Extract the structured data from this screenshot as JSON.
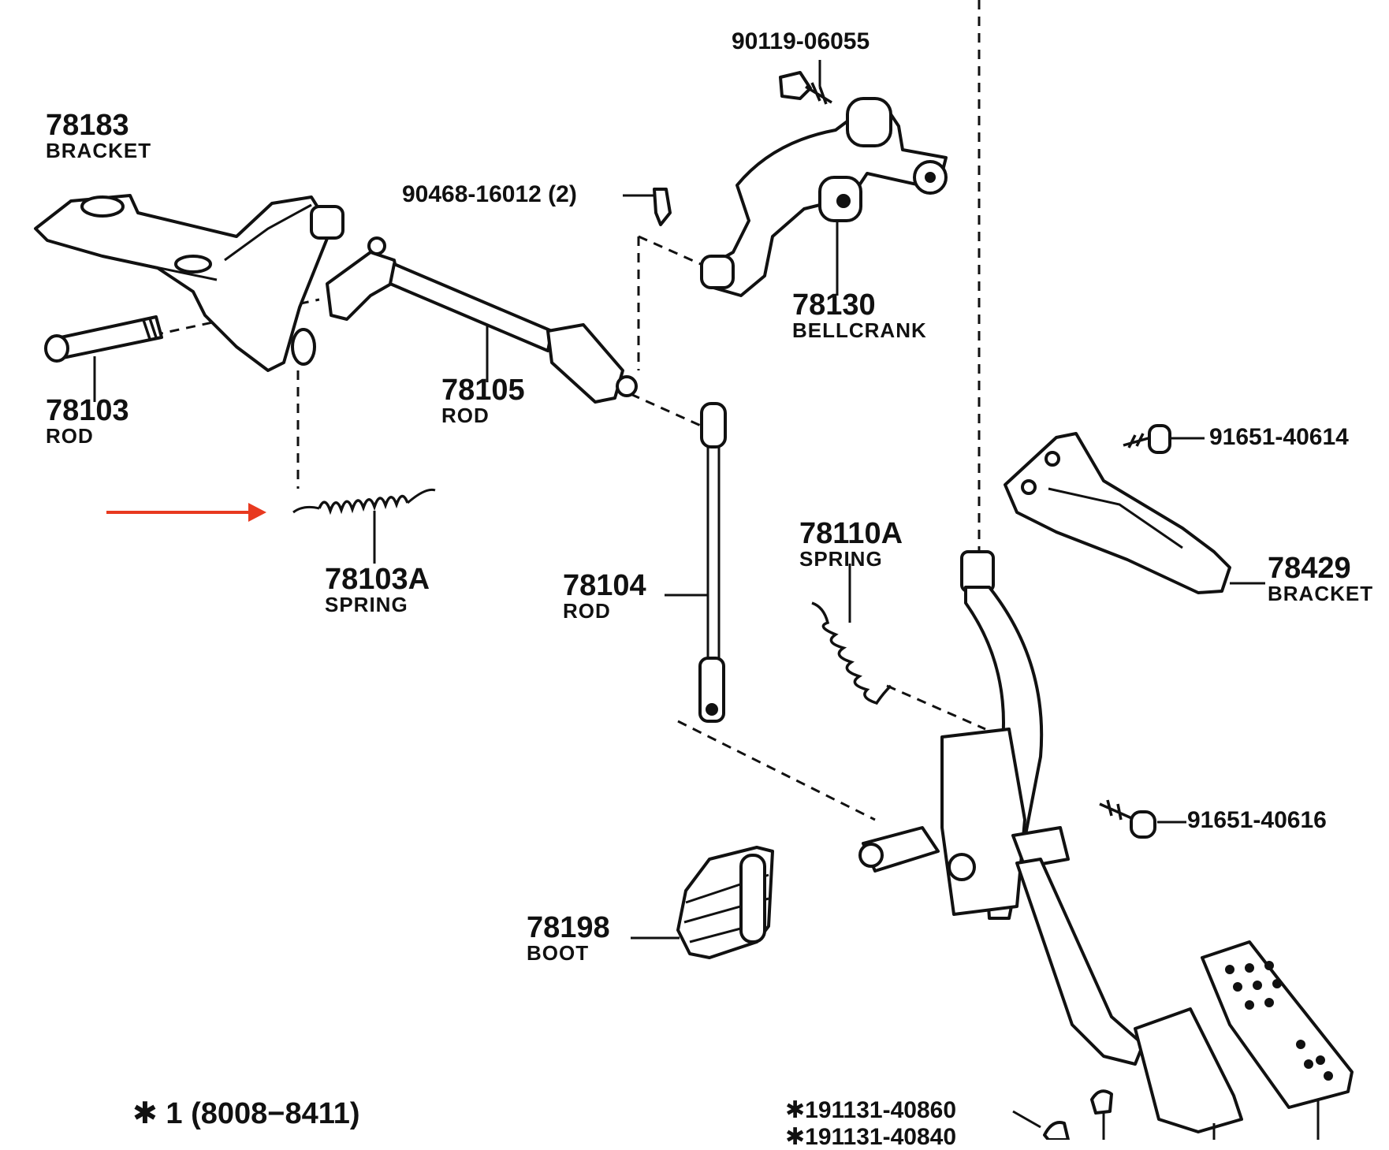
{
  "diagram": {
    "parts": [
      {
        "id": "p78183",
        "number": "78183",
        "name": "BRACKET"
      },
      {
        "id": "p78103",
        "number": "78103",
        "name": "ROD"
      },
      {
        "id": "p78103A",
        "number": "78103A",
        "name": "SPRING"
      },
      {
        "id": "p90468",
        "number": "90468-16012 (2)",
        "name": ""
      },
      {
        "id": "p78105",
        "number": "78105",
        "name": "ROD"
      },
      {
        "id": "p90119",
        "number": "90119-06055",
        "name": ""
      },
      {
        "id": "p78130",
        "number": "78130",
        "name": "BELLCRANK"
      },
      {
        "id": "p78104",
        "number": "78104",
        "name": "ROD"
      },
      {
        "id": "p78110A",
        "number": "78110A",
        "name": "SPRING"
      },
      {
        "id": "p91651_40614",
        "number": "91651-40614",
        "name": ""
      },
      {
        "id": "p78429",
        "number": "78429",
        "name": "BRACKET"
      },
      {
        "id": "p91651_40616",
        "number": "91651-40616",
        "name": ""
      },
      {
        "id": "p78198",
        "number": "78198",
        "name": "BOOT"
      },
      {
        "id": "p191131_40860",
        "number": "✱191131-40860",
        "name": ""
      },
      {
        "id": "p191131_40840",
        "number": "✱191131-40840",
        "name": ""
      }
    ],
    "footnote": {
      "text": "✱ 1 (8008−8411)"
    },
    "arrow": {
      "color": "#e8391f",
      "target": "78103A"
    },
    "ink_color": "#111111"
  }
}
